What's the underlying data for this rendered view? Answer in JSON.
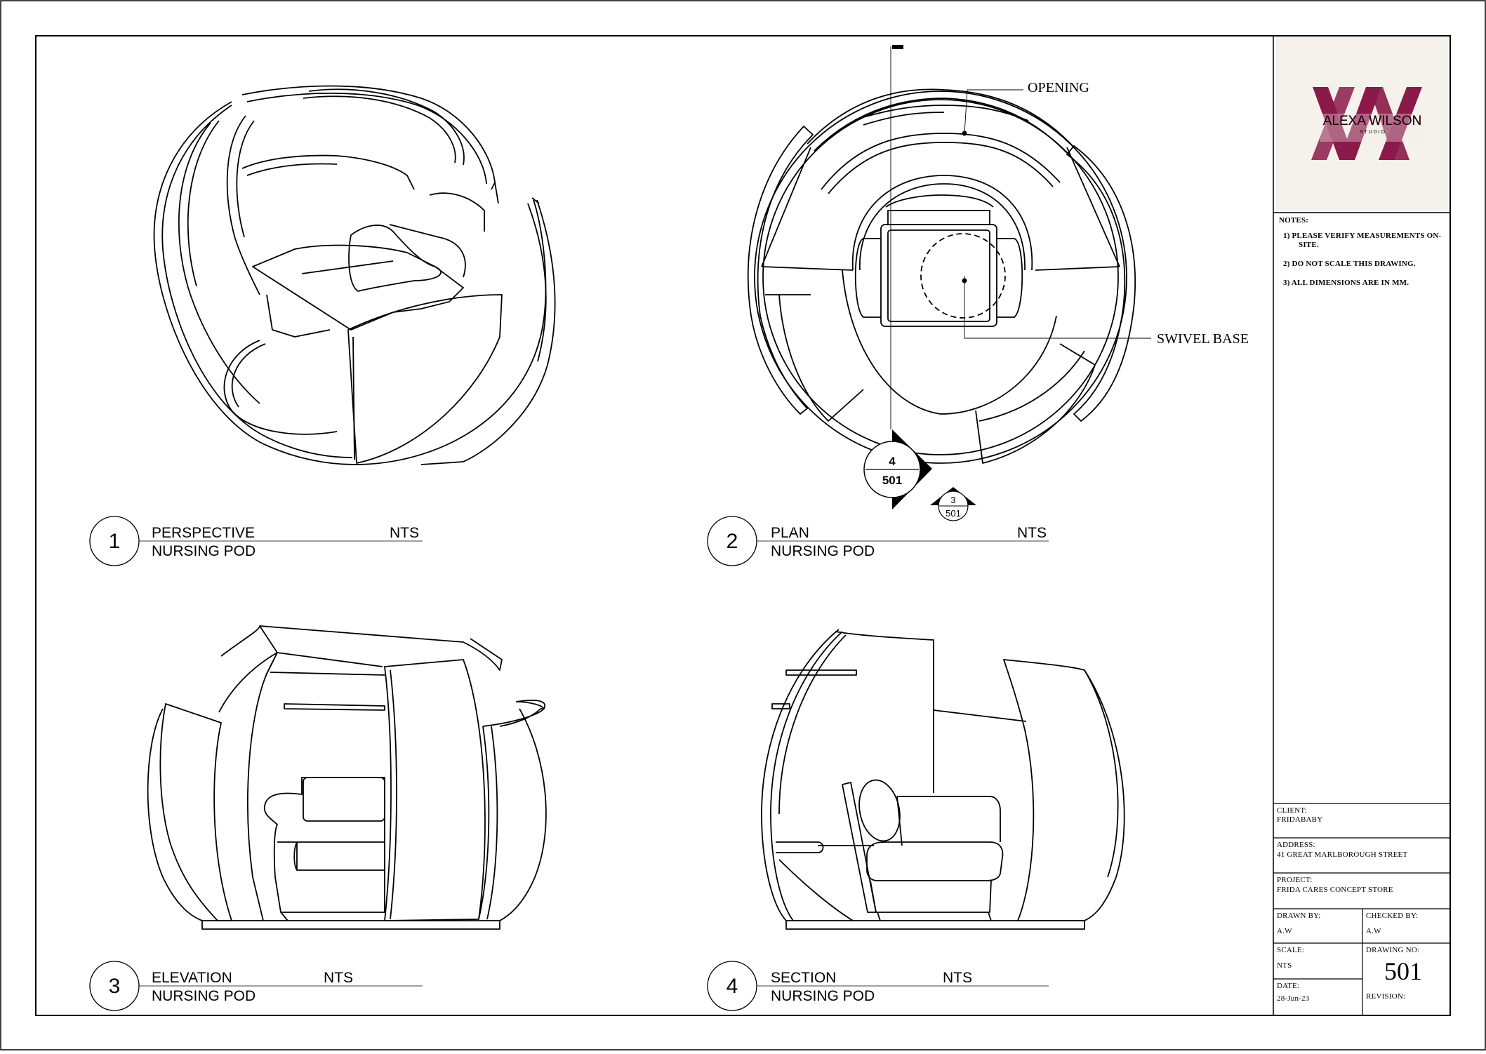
{
  "brand": {
    "name": "ALEXA WILSON",
    "sub": "S T U D I O",
    "color": "#8b1a4a"
  },
  "notes": {
    "title": "NOTES:",
    "items": [
      "1)  PLEASE VERIFY MEASUREMENTS ON-SITE.",
      "2)  DO NOT SCALE THIS DRAWING.",
      "3)  ALL DIMENSIONS ARE IN MM."
    ]
  },
  "titleblock": {
    "client_label": "CLIENT:",
    "client_value": "FRIDABABY",
    "address_label": "ADDRESS:",
    "address_value": "41 GREAT MARLBOROUGH STREET",
    "project_label": "PROJECT:",
    "project_value": "FRIDA CARES CONCEPT STORE",
    "drawn_label": "DRAWN BY:",
    "drawn_value": "A.W",
    "checked_label": "CHECKED BY:",
    "checked_value": "A.W",
    "scale_label": "SCALE:",
    "scale_value": "NTS",
    "drawing_no_label": "DRAWING NO:",
    "drawing_no_value": "501",
    "date_label": "DATE:",
    "date_value": "28-Jun-23",
    "revision_label": "REVISION:"
  },
  "views": [
    {
      "num": "1",
      "title": "PERSPECTIVE",
      "subtitle": "NURSING POD",
      "scale": "NTS"
    },
    {
      "num": "2",
      "title": "PLAN",
      "subtitle": "NURSING POD",
      "scale": "NTS"
    },
    {
      "num": "3",
      "title": "ELEVATION",
      "subtitle": "NURSING POD",
      "scale": "NTS"
    },
    {
      "num": "4",
      "title": "SECTION",
      "subtitle": "NURSING POD",
      "scale": "NTS"
    }
  ],
  "annotations": {
    "opening": "OPENING",
    "swivel_base": "SWIVEL BASE",
    "section_marker_num": "4",
    "section_marker_sheet": "501",
    "elevation_marker_num": "3",
    "elevation_marker_sheet": "501"
  }
}
